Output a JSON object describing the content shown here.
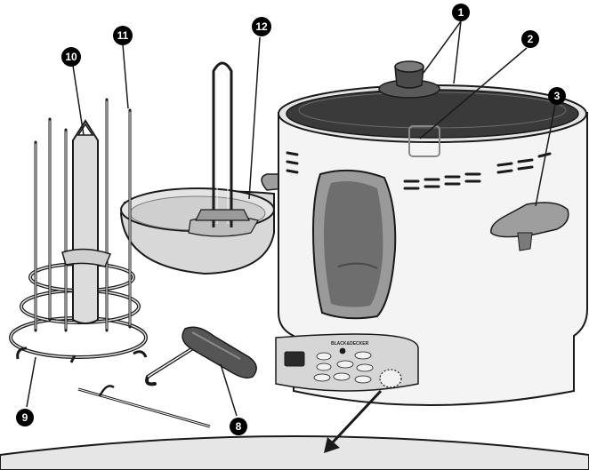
{
  "callouts": [
    {
      "id": "c1",
      "label": "1"
    },
    {
      "id": "c2",
      "label": "2"
    },
    {
      "id": "c3",
      "label": "3"
    },
    {
      "id": "c8",
      "label": "8"
    },
    {
      "id": "c9",
      "label": "9"
    },
    {
      "id": "c10",
      "label": "10"
    },
    {
      "id": "c11",
      "label": "11"
    },
    {
      "id": "c12",
      "label": "12"
    }
  ],
  "control_panel": {
    "brand": "BLACK&DECKER"
  },
  "colors": {
    "outline": "#1a1a1a",
    "body": "#f4f4f4",
    "metal": "#d8d8d8",
    "dark_glass": "#3a3a3a",
    "window": "#9a9a9a",
    "handle": "#555555",
    "callout_bg": "#000000",
    "bottom_panel": "#e6e6e6"
  }
}
